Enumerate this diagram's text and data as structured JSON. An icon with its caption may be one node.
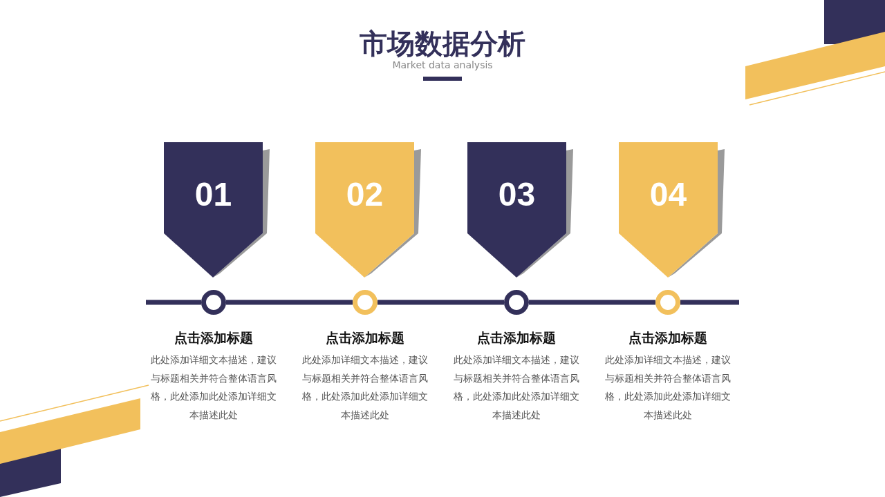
{
  "diagram": {
    "title": "市场数据分析",
    "nodes": [
      {
        "text": [
          "01"
        ]
      },
      {
        "text": [
          "02"
        ]
      },
      {
        "text": [
          "03"
        ]
      },
      {
        "text": [
          "04"
        ]
      },
      {
        "text": [],
        "shape": "circle",
        "beside": [
          "点击添加标题",
          "此处添加详细文本描述，建议与标题相关并符合整体语言风格，此处添加此处添加详细文本描述此处"
        ]
      },
      {
        "text": [],
        "shape": "circle",
        "beside": [
          "点击添加标题",
          "此处添加详细文本描述，建议与标题相关并符合整体语言风格，此处添加此处添加详细文本描述此处"
        ]
      },
      {
        "text": [],
        "shape": "circle",
        "beside": [
          "点击添加标题",
          "此处添加详细文本描述，建议与标题相关并符合整体语言风格，此处添加此处添加详细文本描述此处"
        ]
      },
      {
        "text": [],
        "shape": "circle",
        "beside": [
          "点击添加标题",
          "此处添加详细文本描述，建议与标题相关并符合整体语言风格，此处添加此处添加详细文本描述此处"
        ]
      }
    ],
    "edges": [
      {
        "from": 4,
        "to": 5,
        "arrow": "none"
      },
      {
        "from": 5,
        "to": 6,
        "arrow": "none"
      },
      {
        "from": 6,
        "to": 7,
        "arrow": "none"
      }
    ],
    "labels": [
      "Market data analysis"
    ]
  }
}
